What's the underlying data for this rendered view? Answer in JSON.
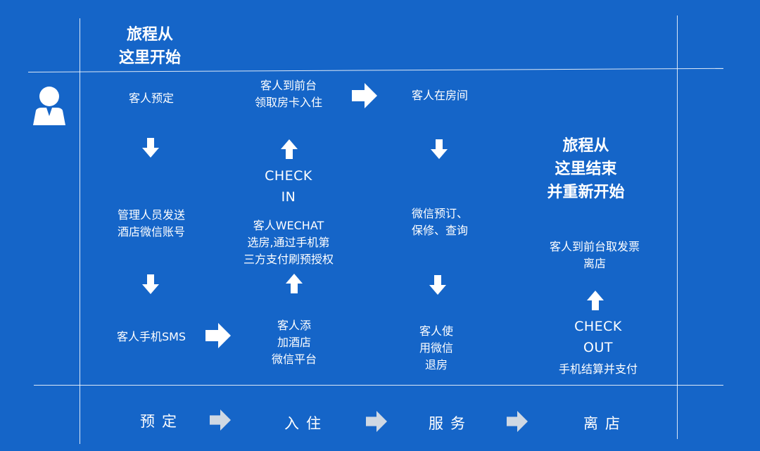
{
  "header": {
    "title": "旅程从\n这里开始"
  },
  "col1": {
    "step1": "客人预定",
    "step2": "管理人员发送\n酒店微信账号",
    "step3": "客人手机SMS"
  },
  "col2": {
    "step_top": "客人到前台\n领取房卡入住",
    "check_in": "CHECK\nIN",
    "step_mid": "客人WECHAT\n选房,通过手机第\n三方支付刷预授权",
    "step_bottom": "客人添\n加酒店\n微信平台"
  },
  "col3": {
    "step1": "客人在房间",
    "step2": "微信预订、\n保修、查询",
    "step3": "客人使\n用微信\n退房"
  },
  "col4": {
    "end_title": "旅程从\n这里结束\n并重新开始",
    "step_top": "客人到前台取发票\n离店",
    "check_out": "CHECK\nOUT",
    "step_bottom": "手机结算并支付"
  },
  "stages": [
    "预定",
    "入住",
    "服务",
    "离店"
  ],
  "icons": {
    "user": "user-icon",
    "arrow_down": "arrow-down-icon",
    "arrow_up": "arrow-up-icon",
    "arrow_right": "arrow-right-icon"
  },
  "colors": {
    "background": "#1565c8",
    "foreground": "#ffffff",
    "stage_arrow": "#cfd8e3"
  }
}
